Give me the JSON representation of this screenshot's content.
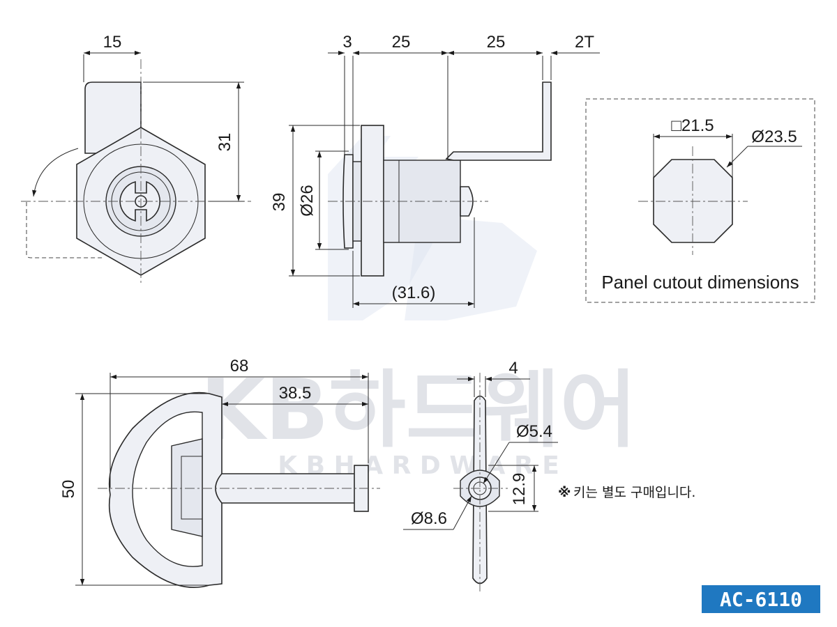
{
  "front_view": {
    "width_dim": "15",
    "height_dim": "31"
  },
  "side_view": {
    "dims_top": [
      "3",
      "25",
      "25",
      "2T"
    ],
    "overall_height": "39",
    "diameter": "Ø26",
    "body_length": "(31.6)"
  },
  "panel_cutout": {
    "square_dim": "□21.5",
    "diameter_dim": "Ø23.5",
    "label": "Panel cutout dimensions"
  },
  "key_view": {
    "length": "68",
    "shaft_length": "38.5",
    "height": "50"
  },
  "key_end_view": {
    "thickness": "4",
    "inner_diameter": "Ø5.4",
    "outer_diameter": "Ø8.6",
    "tip_height": "12.9"
  },
  "note": {
    "mark": "※",
    "text": "키는 별도 구매입니다.",
    "mark_color": "#e0262b"
  },
  "watermark": {
    "brand": "KB하드웨어",
    "sub": "K B   H A R D W A R E",
    "logo": "KB"
  },
  "badge": {
    "text": "AC-6110",
    "background": "#1f78c1",
    "color": "#ffffff"
  }
}
